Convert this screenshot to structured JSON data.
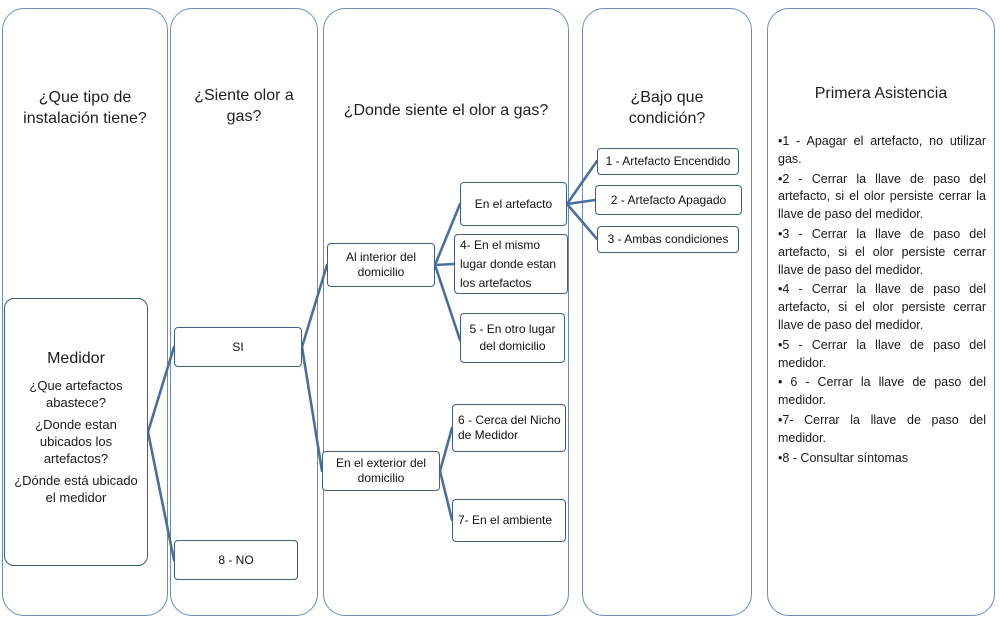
{
  "columns": {
    "tipo": "¿Que tipo de instalación tiene?",
    "olor": "¿Siente olor a gas?",
    "donde": "¿Donde siente el olor a gas?",
    "condicion": "¿Bajo que condición?",
    "asistencia": "Primera Asistencia"
  },
  "medidor": {
    "title": "Medidor",
    "questions": [
      "¿Que artefactos abastece?",
      "¿Donde estan ubicados los artefactos?",
      "¿Dónde está ubicado el medidor"
    ]
  },
  "nodes": {
    "si": "SI",
    "no": "8 - NO",
    "interior": "Al interior del domicilio",
    "exterior": "En el exterior del domicilio",
    "artefacto": "En el artefacto",
    "mismo_lugar": "4- En el mismo lugar donde estan los artefactos",
    "otro_lugar": "5 - En otro lugar del domicilio",
    "nicho": "6 - Cerca del Nicho de Medidor",
    "ambiente": "7- En el ambiente",
    "encendido": "1 - Artefacto Encendido",
    "apagado": "2 - Artefacto Apagado",
    "ambas": "3 - Ambas condiciones"
  },
  "asistencia_items": [
    "•1 - Apagar el artefacto, no utilizar gas.",
    "•2 - Cerrar la llave de paso del artefacto, si el olor persiste cerrar la llave de paso del medidor.",
    "•3 - Cerrar la llave de paso del artefacto, si el olor persiste cerrar llave de paso del medidor.",
    "•4 - Cerrar la llave de paso del artefacto, si el olor persiste cerrar llave de paso del medidor.",
    "•5 - Cerrar la llave de paso del medidor.",
    "• 6 - Cerrar la llave de paso del medidor.",
    "•7- Cerrar la llave de paso del medidor.",
    "•8 - Consultar síntomas"
  ],
  "colors": {
    "column_border": "#6d8cb8",
    "connector": "#4a6f9c",
    "box_border": "#3f5f86"
  }
}
